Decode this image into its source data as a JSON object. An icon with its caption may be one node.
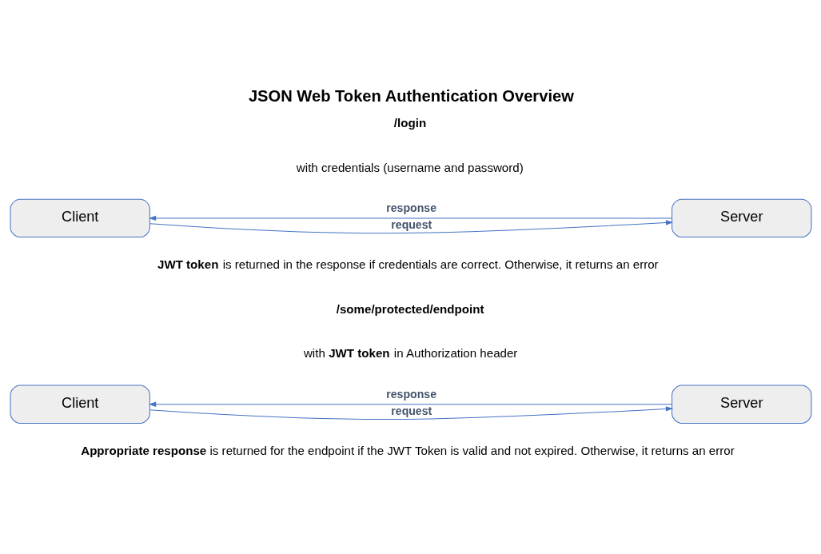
{
  "diagram": {
    "title": "JSON Web Token Authentication Overview",
    "nodes": [
      {
        "text": [
          "Client"
        ]
      },
      {
        "text": [
          "Server"
        ]
      },
      {
        "text": [
          "Client"
        ]
      },
      {
        "text": [
          "Server"
        ]
      }
    ],
    "edges": [
      {
        "from": 0,
        "to": 1,
        "arrow": "to",
        "label": "request"
      },
      {
        "from": 1,
        "to": 0,
        "arrow": "to",
        "label": "response"
      },
      {
        "from": 2,
        "to": 3,
        "arrow": "to",
        "label": "request"
      },
      {
        "from": 3,
        "to": 2,
        "arrow": "to",
        "label": "response"
      }
    ],
    "labels": [
      "/login",
      "with credentials (username and password)",
      "**JWT token** is returned in the response if credentials are correct. Otherwise, it returns an error",
      "/some/protected/endpoint",
      "with **JWT token** in Authorization header",
      "**Appropriate response** is returned for the endpoint if the JWT Token is valid and not expired. Otherwise, it returns an error"
    ]
  }
}
